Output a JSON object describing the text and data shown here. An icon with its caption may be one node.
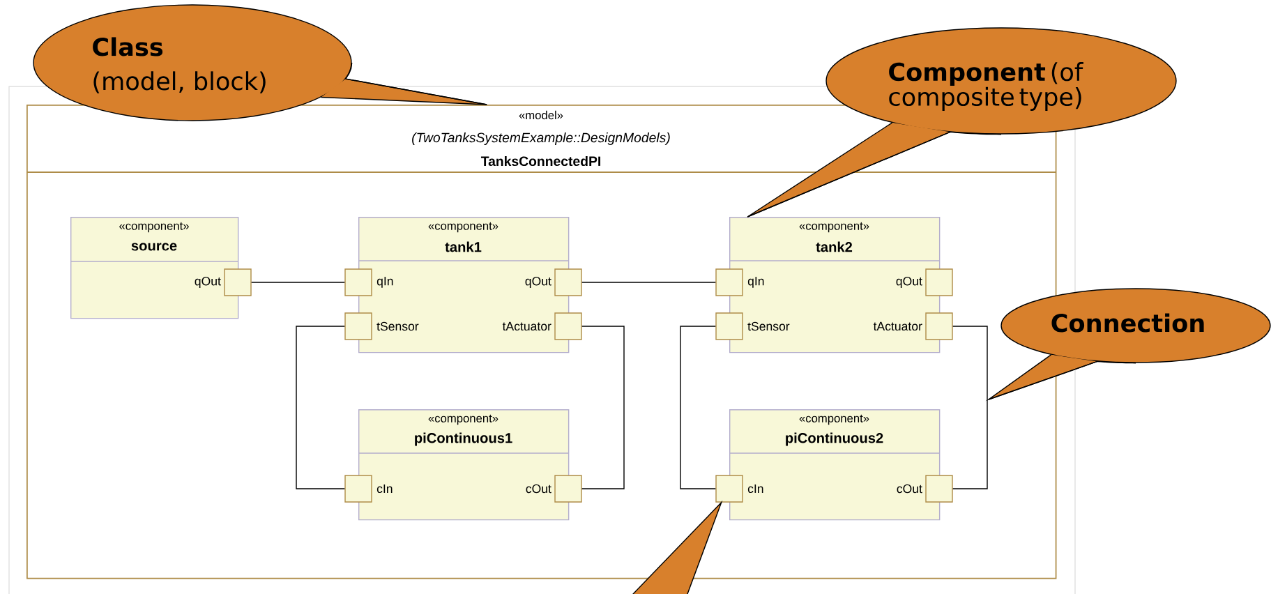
{
  "diagram": {
    "nodes": [
      {
        "text": [
          "Class",
          "(model, block)"
        ]
      },
      {
        "text": [
          "**Component** (of composite type)"
        ]
      },
      {
        "text": [
          "Connection"
        ]
      },
      {
        "text": [
          "«model»",
          "(TwoTanksSystemExample::DesignModels)",
          "TanksConnectedPI"
        ]
      },
      {
        "text": [
          "«component»",
          "source"
        ],
        "in": 3
      },
      {
        "text": [],
        "shape": "box",
        "beside": [
          "qOut"
        ],
        "in": 3
      },
      {
        "text": [
          "«component»",
          "tank1"
        ],
        "in": 3
      },
      {
        "text": [],
        "shape": "box",
        "beside": [
          "qIn"
        ],
        "in": 3
      },
      {
        "text": [],
        "shape": "box",
        "beside": [
          "qOut"
        ],
        "in": 3
      },
      {
        "text": [],
        "shape": "box",
        "beside": [
          "tSensor"
        ],
        "in": 3
      },
      {
        "text": [],
        "shape": "box",
        "beside": [
          "tActuator"
        ],
        "in": 3
      },
      {
        "text": [
          "«component»",
          "tank2"
        ],
        "in": 3
      },
      {
        "text": [],
        "shape": "box",
        "beside": [
          "qIn"
        ],
        "in": 3
      },
      {
        "text": [],
        "shape": "box",
        "beside": [
          "qOut"
        ],
        "in": 3
      },
      {
        "text": [],
        "shape": "box",
        "beside": [
          "tSensor"
        ],
        "in": 3
      },
      {
        "text": [],
        "shape": "box",
        "beside": [
          "tActuator"
        ],
        "in": 3
      },
      {
        "text": [
          "«component»",
          "piContinuous1"
        ],
        "in": 3
      },
      {
        "text": [],
        "shape": "box",
        "beside": [
          "cIn"
        ],
        "in": 3
      },
      {
        "text": [],
        "shape": "box",
        "beside": [
          "cOut"
        ],
        "in": 3
      },
      {
        "text": [
          "«component»",
          "piContinuous2"
        ],
        "in": 3
      },
      {
        "text": [],
        "shape": "box",
        "beside": [
          "cIn"
        ],
        "in": 3
      },
      {
        "text": [],
        "shape": "box",
        "beside": [
          "cOut"
        ],
        "in": 3
      }
    ],
    "edges": [
      {
        "from": 5,
        "to": 7,
        "arrow": "none"
      },
      {
        "from": 8,
        "to": 12,
        "arrow": "none"
      },
      {
        "from": 9,
        "to": 17,
        "arrow": "none"
      },
      {
        "from": 10,
        "to": 18,
        "arrow": "none"
      },
      {
        "from": 14,
        "to": 20,
        "arrow": "none"
      },
      {
        "from": 15,
        "to": 21,
        "arrow": "none"
      },
      {
        "from": 0,
        "to": 3,
        "arrow": "none"
      },
      {
        "from": 1,
        "to": 11,
        "arrow": "none"
      },
      {
        "from": 2,
        "to": null,
        "arrow": "none"
      },
      {
        "from": null,
        "to": 20,
        "arrow": "none"
      }
    ]
  }
}
